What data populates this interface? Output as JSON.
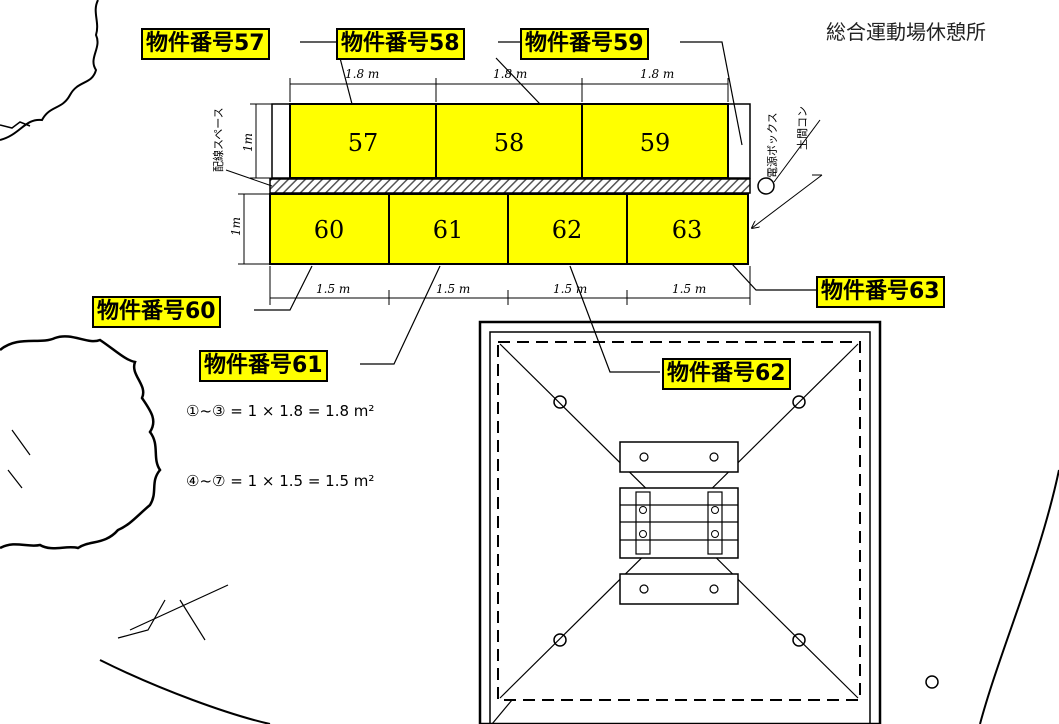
{
  "title": "総合運動場休憩所",
  "callouts": {
    "p57": "物件番号57",
    "p58": "物件番号58",
    "p59": "物件番号59",
    "p60": "物件番号60",
    "p61": "物件番号61",
    "p62": "物件番号62",
    "p63": "物件番号63"
  },
  "lots_top": [
    "57",
    "58",
    "59"
  ],
  "lots_bottom": [
    "60",
    "61",
    "62",
    "63"
  ],
  "dims_top": [
    "1.8 m",
    "1.8 m",
    "1.8 m"
  ],
  "dims_bottom": [
    "1.5 m",
    "1.5 m",
    "1.5 m",
    "1.5 m"
  ],
  "side_labels": {
    "height_top": "1m",
    "height_bottom": "1m",
    "wiring_space": "配線スペース",
    "power_box": "電源ボックス",
    "ground_pole": "土間コン"
  },
  "formulas": [
    "①~③ = 1 × 1.8 = 1.8 m²",
    "④~⑦ = 1 × 1.5 = 1.5 m²"
  ],
  "colors": {
    "highlight": "#ffff00",
    "ink": "#000000",
    "hatch": "#555555"
  }
}
